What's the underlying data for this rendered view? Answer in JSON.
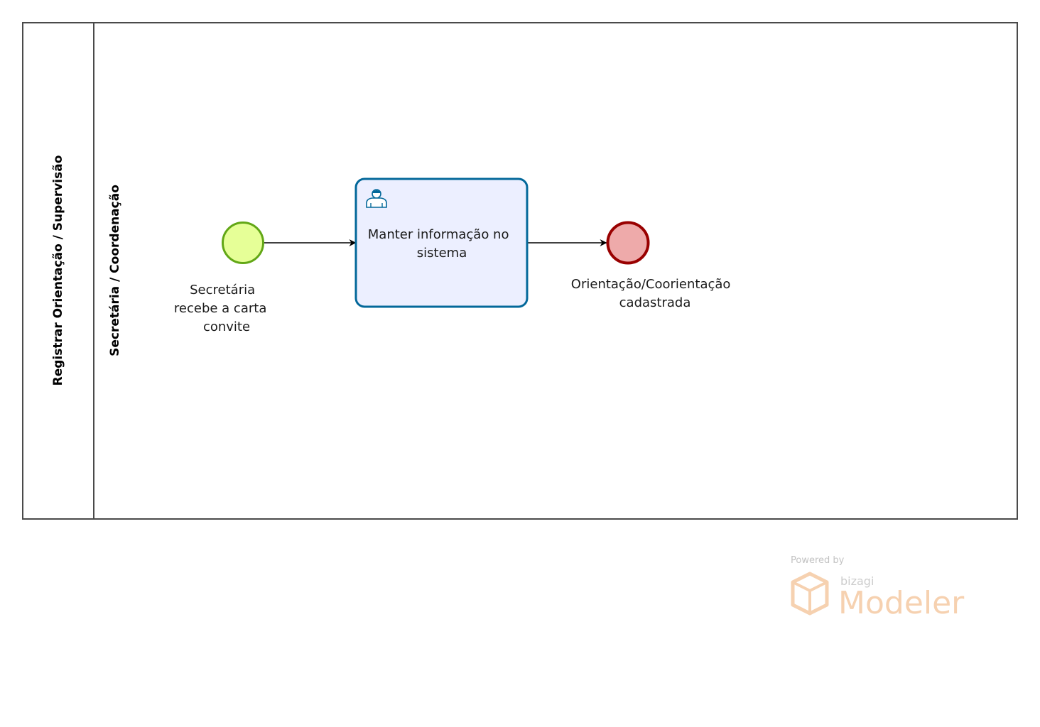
{
  "pool": {
    "label": "Registrar Orientação / Supervisão"
  },
  "lane": {
    "label": "Secretária / Coordenação"
  },
  "start_event": {
    "label_lines": [
      "Secretária",
      "recebe a carta",
      "convite"
    ],
    "fill_color": "#e6ff97",
    "stroke_color": "#62a716"
  },
  "task": {
    "type_icon": "user-task-icon",
    "label_lines": [
      "Manter informação no",
      "sistema"
    ],
    "fill_color": "#ecefff",
    "stroke_color": "#03689a"
  },
  "end_event": {
    "label_lines": [
      "Orientação/Coorientação",
      "cadastrada"
    ],
    "fill_color": "#eeaaaa",
    "stroke_color": "#990000"
  },
  "watermark": {
    "powered_by": "Powered by",
    "brand": "bizagi",
    "product": "Modeler",
    "logo_icon": "bizagi-cube-icon",
    "accent_color": "#f5c9a3"
  }
}
